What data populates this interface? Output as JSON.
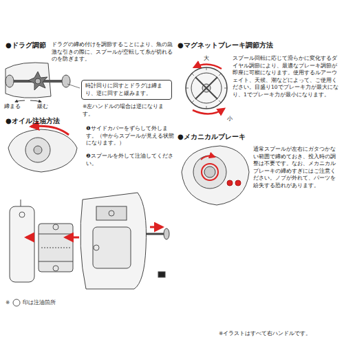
{
  "diagram": {
    "nodes": [
      {
        "text": [
          "時計回りに回すとドラグは締まり、逆に回すと緩みます。"
        ]
      }
    ],
    "labels": [
      "●ドラグ調節",
      "ドラグの締め付けを調節することにより、魚の急激な引きの際に、スプールが空転して糸が切れるのを防ぎます。",
      "締まる",
      "緩む",
      "※左ハンドルの場合は逆になります。",
      "●マグネットブレーキ調節方法",
      "スプール回転に応じて滑らかに変化するダイヤル調節により、最適なブレーキ調節が即座に可能になります。使用するルアーウェイト、天候、潮などによって、ご使用ください。目盛り10でブレーキ力が最大になり、1でブレーキ力が最小になります。",
      "大",
      "小",
      "●オイル注油方法",
      "❶サイドカバーをずらして外します。（中からスプールが見える状態になります。）",
      "❷スプールを外して注油してください。",
      "●メカニカルブレーキ",
      "通常スプールが左右にガタつかない範囲で締めておき、投入時の調整は不要です。なお、メカニカルブレーキの締めすぎにはご注意ください。ノブが外れて、パーツを紛失する恐れがあります。",
      "※",
      "印は注油箇所",
      "※イラストはすべて右ハンドルです。"
    ]
  }
}
